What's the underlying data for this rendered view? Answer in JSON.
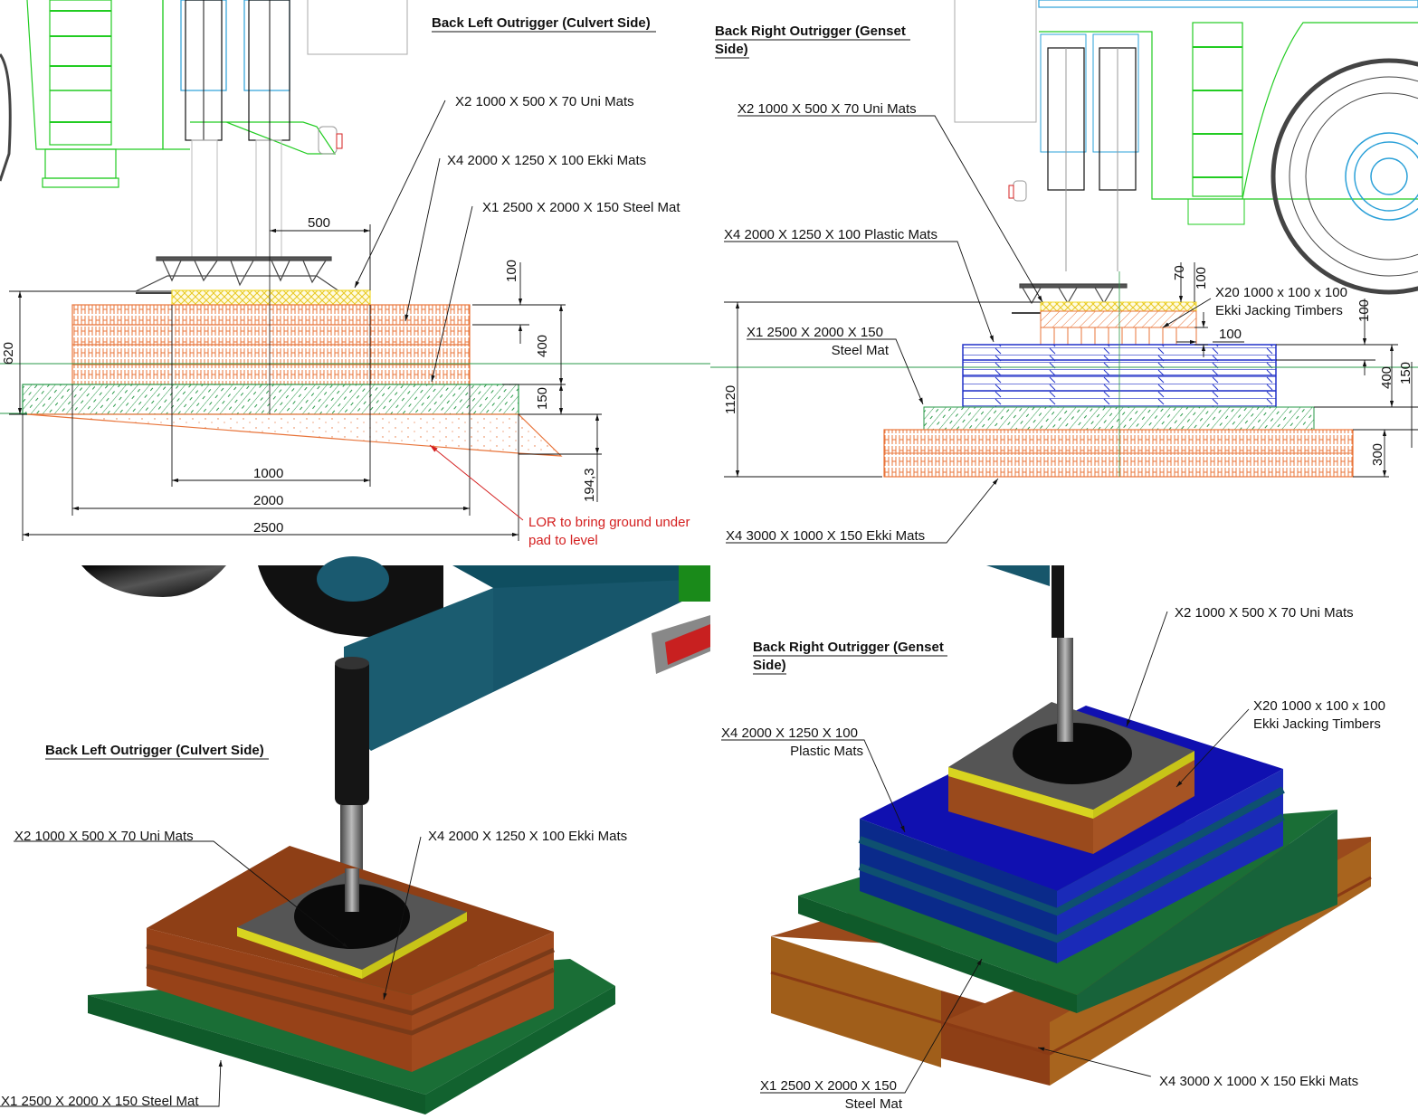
{
  "panels": {
    "top_left": {
      "title": "Back Left Outrigger (Culvert Side)",
      "labels": {
        "uni_mats": "X2 1000 X 500 X 70 Uni Mats",
        "ekki_mats": "X4 2000 X 1250 X 100 Ekki Mats",
        "steel_mat": "X1 2500 X 2000 X 150 Steel Mat"
      },
      "dimensions": {
        "d500": "500",
        "d100": "100",
        "d400": "400",
        "d150": "150",
        "d620": "620",
        "d1000": "1000",
        "d2000": "2000",
        "d2500": "2500",
        "d194": "194,3"
      },
      "note_line1": "LOR to bring ground under",
      "note_line2": "pad to level"
    },
    "top_right": {
      "title_line1": "Back Right Outrigger (Genset",
      "title_line2": "Side)",
      "labels": {
        "uni_mats": "X2 1000 X 500 X 70 Uni Mats",
        "plastic_mats": "X4 2000 X 1250 X 100 Plastic Mats",
        "steel_mat_line1": "X1 2500 X 2000 X 150",
        "steel_mat_line2": "Steel Mat",
        "timbers_line1": "X20 1000 x 100 x 100",
        "timbers_line2": "Ekki Jacking Timbers",
        "ekki_mats": "X4 3000 X 1000 X 150 Ekki Mats"
      },
      "dimensions": {
        "d70": "70",
        "d100a": "100",
        "d100b": "100",
        "d100c": "100",
        "d400": "400",
        "d150": "150",
        "d300": "300",
        "d1120": "1120"
      }
    },
    "bottom_left": {
      "title": "Back Left Outrigger (Culvert Side)",
      "labels": {
        "uni_mats": "X2 1000 X 500 X 70 Uni Mats",
        "ekki_mats": "X4 2000 X 1250 X 100 Ekki Mats",
        "steel_mat": "X1 2500 X 2000 X 150 Steel Mat"
      }
    },
    "bottom_right": {
      "title_line1": "Back Right Outrigger (Genset",
      "title_line2": "Side)",
      "labels": {
        "uni_mats": "X2 1000 X 500 X 70 Uni Mats",
        "timbers_line1": "X20 1000 x 100 x 100",
        "timbers_line2": "Ekki Jacking Timbers",
        "plastic_line1": "X4 2000 X 1250 X 100",
        "plastic_line2": "Plastic Mats",
        "steel_line1": "X1 2500 X 2000 X 150",
        "steel_line2": "Steel Mat",
        "ekki_mats": "X4 3000 X 1000 X 150 Ekki Mats"
      }
    }
  },
  "colors": {
    "ekki": "#e8743a",
    "steel": "#2a9a4a",
    "uni": "#f0d830",
    "plastic": "#2030c8",
    "truck_green": "#22cc22",
    "truck_blue": "#2aa0d8",
    "note_red": "#d42020"
  }
}
